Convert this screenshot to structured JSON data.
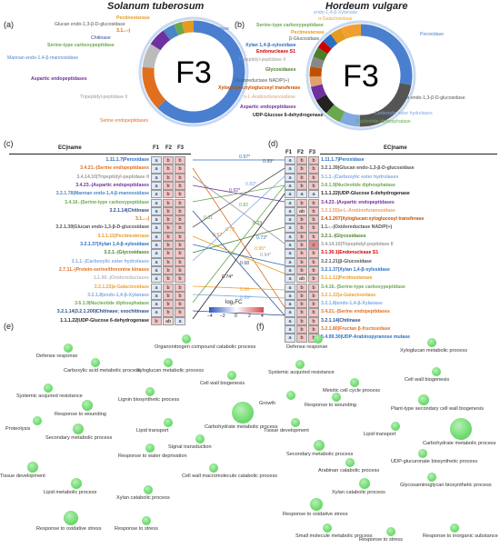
{
  "headers": {
    "left_species": "Solanum tuberosum",
    "right_species": "Hordeum vulgare"
  },
  "panels": {
    "a": "(a)",
    "b": "(b)",
    "c": "(c)",
    "d": "(d)",
    "e": "(e)",
    "f": "(f)"
  },
  "donut_a": {
    "center": "F3",
    "labels": [
      {
        "text": "Pectinesterase",
        "color": "#e69a1f"
      },
      {
        "text": "Glucan endo-1,3-β-D-glucosidase",
        "color": "#555555"
      },
      {
        "text": "3.1.-.-|",
        "color": "#d2691e"
      },
      {
        "text": "Chitinase",
        "color": "#2b4f8c"
      },
      {
        "text": "Serine-type carboxypeptidase",
        "color": "#6aa84f"
      },
      {
        "text": "Mannan endo-1,4-β-mannosidase",
        "color": "#4a86c8"
      },
      {
        "text": "Aspartic endopeptidases",
        "color": "#7030a0"
      },
      {
        "text": "Tripeptidyl-peptidase II",
        "color": "#999999"
      },
      {
        "text": "Serine endopeptidases",
        "color": "#e07020"
      },
      {
        "text": "Peroxidase",
        "color": "#4a7fd0"
      }
    ]
  },
  "donut_b": {
    "center": "F3",
    "labels": [
      {
        "text": "endo-1,4-β-Xylanase",
        "color": "#7fa9e0"
      },
      {
        "text": "α-Galactosidase",
        "color": "#f0a030"
      },
      {
        "text": "Serine-type carboxypeptidase",
        "color": "#6aa84f"
      },
      {
        "text": "Pectinesterase",
        "color": "#e69a1f"
      },
      {
        "text": "β-Glucosidase",
        "color": "#555555"
      },
      {
        "text": "Xylan 1,4-β-xylosidase",
        "color": "#2b6fc0"
      },
      {
        "text": "Endonuclease S1",
        "color": "#cc0000"
      },
      {
        "text": "Tripeptidyl-peptidase II",
        "color": "#999999"
      },
      {
        "text": "Glycosidases",
        "color": "#4b7f2b"
      },
      {
        "text": "Oxidoreductase NAD/P(+)",
        "color": "#555555"
      },
      {
        "text": "Xyloglucan:xyloglucosyl transferase",
        "color": "#c05000"
      },
      {
        "text": "α-L-Arabinofuranosidase",
        "color": "#e0a070"
      },
      {
        "text": "Aspartic endopeptidases",
        "color": "#7030a0"
      },
      {
        "text": "UDP-Glucose 6-dehydrogenase",
        "color": "#222222"
      },
      {
        "text": "Peroxidase",
        "color": "#4a7fd0"
      },
      {
        "text": "Glucan endo-1,3-β-D-glucosidase",
        "color": "#555555"
      },
      {
        "text": "Carboxylic ester hydrolases",
        "color": "#7fa9e0"
      },
      {
        "text": "Nucleotide diphosphatase",
        "color": "#6aa84f"
      }
    ]
  },
  "table_c": {
    "col_headers": [
      "EC|name",
      "F1",
      "F2",
      "F3"
    ],
    "rows": [
      {
        "name": "1.11.1.7|Peroxidase",
        "color": "#2b6fc0",
        "v": [
          "a",
          "b",
          "b"
        ]
      },
      {
        "name": "3.4.21.-|Serine endopeptidases",
        "color": "#e07020",
        "v": [
          "a",
          "b",
          "b"
        ]
      },
      {
        "name": "3.4.14.10|Tripeptidyl-peptidase II",
        "color": "#999999",
        "v": [
          "a",
          "b",
          "b"
        ]
      },
      {
        "name": "3.4.23.-|Aspartic endopeptidases",
        "color": "#7030a0",
        "v": [
          "a",
          "b",
          "b"
        ]
      },
      {
        "name": "3.2.1.78|Mannan endo-1,4-β-mannosidase",
        "color": "#4a86c8",
        "v": [
          "a",
          "b",
          "b"
        ]
      },
      {
        "name": "3.4.16.-|Serine-type carboxypeptidase",
        "color": "#6aa84f",
        "v": [
          "a",
          "b",
          "b"
        ]
      },
      {
        "name": "3.2.1.14|Chitinase",
        "color": "#2b4f8c",
        "v": [
          "a",
          "b",
          "b"
        ]
      },
      {
        "name": "3.1.-.-|",
        "color": "#d2691e",
        "v": [
          "a",
          "b",
          "b"
        ]
      },
      {
        "name": "3.2.1.39|Glucan endo-1,3-β-D-glucosidase",
        "color": "#555555",
        "v": [
          "a",
          "b",
          "b"
        ]
      },
      {
        "name": "3.1.1.11|Pectinesterase",
        "color": "#e69a1f",
        "v": [
          "a",
          "b",
          "b"
        ]
      },
      {
        "name": "3.2.1.37|Xylan 1,4-β-xylosidase",
        "color": "#2b6fc0",
        "v": [
          "a",
          "b",
          "b"
        ]
      },
      {
        "name": "3.2.1.-|Glycosidases",
        "color": "#4b7f2b",
        "v": [
          "a",
          "b",
          "b"
        ]
      },
      {
        "name": "3.1.1.-|Carboxylic ester hydrolases",
        "color": "#7fa9e0",
        "v": [
          "a",
          "b",
          "b"
        ]
      },
      {
        "name": "2.7.11.-|Protein-serine/threonine kinases",
        "color": "#e07020",
        "v": [
          "a",
          "b",
          "b"
        ]
      },
      {
        "name": "1.1.99.-|Oxidoreductases",
        "color": "#bbbbbb",
        "v": [
          "a",
          "b",
          "b"
        ]
      },
      {
        "name": "3.2.1.22|α-Galactosidase",
        "color": "#f0a030",
        "v": [
          "a",
          "b",
          "b"
        ]
      },
      {
        "name": "3.2.1.8|endo-1,4-β-Xylanase",
        "color": "#7fa9e0",
        "v": [
          "a",
          "b",
          "b"
        ]
      },
      {
        "name": "3.6.1.9|Nucleotide diphosphatase",
        "color": "#6aa84f",
        "v": [
          "a",
          "b",
          "b"
        ]
      },
      {
        "name": "3.2.1.14|3.2.1.200|Chitinase; exochitinase",
        "color": "#2b4f8c",
        "v": [
          "a",
          "b",
          "b"
        ]
      },
      {
        "name": "1.1.1.22|UDP-Glucose 6-dehydrogenase",
        "color": "#222222",
        "v": [
          "b",
          "ab",
          "a"
        ]
      }
    ]
  },
  "table_d": {
    "col_headers": [
      "F1",
      "F2",
      "F3",
      "EC|name"
    ],
    "rows": [
      {
        "name": "1.11.1.7|Peroxidase",
        "color": "#2b6fc0",
        "v": [
          "a",
          "b",
          "b"
        ]
      },
      {
        "name": "3.2.1.39|Glucan endo-1,3-β-D-glucosidase",
        "color": "#555555",
        "v": [
          "a",
          "b",
          "b"
        ]
      },
      {
        "name": "3.1.1.-|Carboxylic ester hydrolases",
        "color": "#7fa9e0",
        "v": [
          "a",
          "b",
          "b"
        ]
      },
      {
        "name": "3.6.1.9|Nucleotide diphosphatase",
        "color": "#6aa84f",
        "v": [
          "a",
          "b",
          "b"
        ]
      },
      {
        "name": "1.1.1.22|UDP-Glucose 6-dehydrogenase",
        "color": "#222222",
        "v": [
          "a",
          "a",
          "a"
        ]
      },
      {
        "name": "3.4.23.-|Aspartic endopeptidases",
        "color": "#7030a0",
        "v": [
          "a",
          "b",
          "b"
        ]
      },
      {
        "name": "3.2.1.55|α-L-Arabinofuranosidase",
        "color": "#e0a070",
        "v": [
          "a",
          "ab",
          "b"
        ]
      },
      {
        "name": "2.4.1.207|Xyloglucan:xyloglucosyl transferase",
        "color": "#c05000",
        "v": [
          "a",
          "b",
          "b"
        ]
      },
      {
        "name": "1.1.-.-|Oxidoreductase NAD/P(+)",
        "color": "#555555",
        "v": [
          "a",
          "b",
          "b"
        ]
      },
      {
        "name": "3.2.1.-|Glycosidases",
        "color": "#4b7f2b",
        "v": [
          "a",
          "b",
          "b"
        ]
      },
      {
        "name": "3.4.14.10|Tripeptidyl-peptidase II",
        "color": "#999999",
        "v": [
          "a",
          "b",
          "c"
        ]
      },
      {
        "name": "3.1.30.1|Endonuclease S1",
        "color": "#cc0000",
        "v": [
          "a",
          "b",
          "b"
        ]
      },
      {
        "name": "3.2.1.21|β-Glucosidase",
        "color": "#555555",
        "v": [
          "a",
          "b",
          "b"
        ]
      },
      {
        "name": "3.2.1.37|Xylan 1,4-β-xylosidase",
        "color": "#2b6fc0",
        "v": [
          "a",
          "b",
          "b"
        ]
      },
      {
        "name": "3.1.1.11|Pectinesterase",
        "color": "#e69a1f",
        "v": [
          "a",
          "ab",
          "b"
        ]
      },
      {
        "name": "3.4.16.-|Serine-type carboxypeptidase",
        "color": "#6aa84f",
        "v": [
          "a",
          "b",
          "b"
        ]
      },
      {
        "name": "3.2.1.22|α-Galactosidase",
        "color": "#f0a030",
        "v": [
          "a",
          "b",
          "b"
        ]
      },
      {
        "name": "3.2.1.8|endo-1,4-β-Xylanase",
        "color": "#7fa9e0",
        "v": [
          "a",
          "b",
          "b"
        ]
      },
      {
        "name": "3.4.21.-|Serine endopeptidases",
        "color": "#e07020",
        "v": [
          "a",
          "b",
          "b"
        ]
      },
      {
        "name": "3.2.1.14|Chitinase",
        "color": "#2b4f8c",
        "v": [
          "a",
          "b",
          "b"
        ]
      },
      {
        "name": "3.2.1.80|Fructan β-fructosidase",
        "color": "#e07020",
        "v": [
          "a",
          "b",
          "b"
        ]
      },
      {
        "name": "5.4.99.30|UDP-Arabinopyranose mutase",
        "color": "#2b6fc0",
        "v": [
          "a",
          "b",
          "b"
        ]
      }
    ]
  },
  "correlations": [
    "0.97*",
    "0.99*",
    "0.92*",
    "0.83*",
    "0.82",
    "0.51",
    "0.57",
    "0.72",
    "0.23",
    "0.73*",
    "0.95*",
    "0.94*",
    "0.68",
    "0.56",
    "0.99*",
    "0.74*"
  ],
  "legend": {
    "title": "log₂FC",
    "ticks": [
      "−4",
      "−2",
      "0",
      "2",
      "4"
    ]
  },
  "network_e": [
    "Organonitrogen compound catabolic process",
    "Defense response",
    "Xyloglucan metabolic process",
    "Carboxylic acid metabolic process",
    "Cell wall biogenesis",
    "Systemic acquired resistance",
    "Lignin biosynthetic process",
    "Response to wounding",
    "Carbohydrate metabolic process",
    "Proteolysis",
    "Lipid transport",
    "Secondary metabolic process",
    "Signal transduction",
    "Response to water deprivation",
    "Tissue development",
    "Cell wall macromolecule catabolic process",
    "Lipid metabolic process",
    "Xylan catabolic process",
    "Response to oxidative stress",
    "Response to stress"
  ],
  "network_f": [
    "Defense response",
    "Xyloglucan metabolic process",
    "Systemic acquired resistance",
    "Cell wall biogenesis",
    "Meiotic cell cycle process",
    "Growth",
    "Response to wounding",
    "Plant-type secondary cell wall biogenesis",
    "Tissue development",
    "Lipid transport",
    "Carbohydrate metabolic process",
    "Secondary metabolic process",
    "UDP-glucuronate biosynthetic process",
    "Arabinan catabolic process",
    "Glycosaminoglycan biosynthetic process",
    "Xylan catabolic process",
    "Response to oxidative stress",
    "Small molecule metabolic process",
    "Response to stress",
    "Response to inorganic substance"
  ]
}
